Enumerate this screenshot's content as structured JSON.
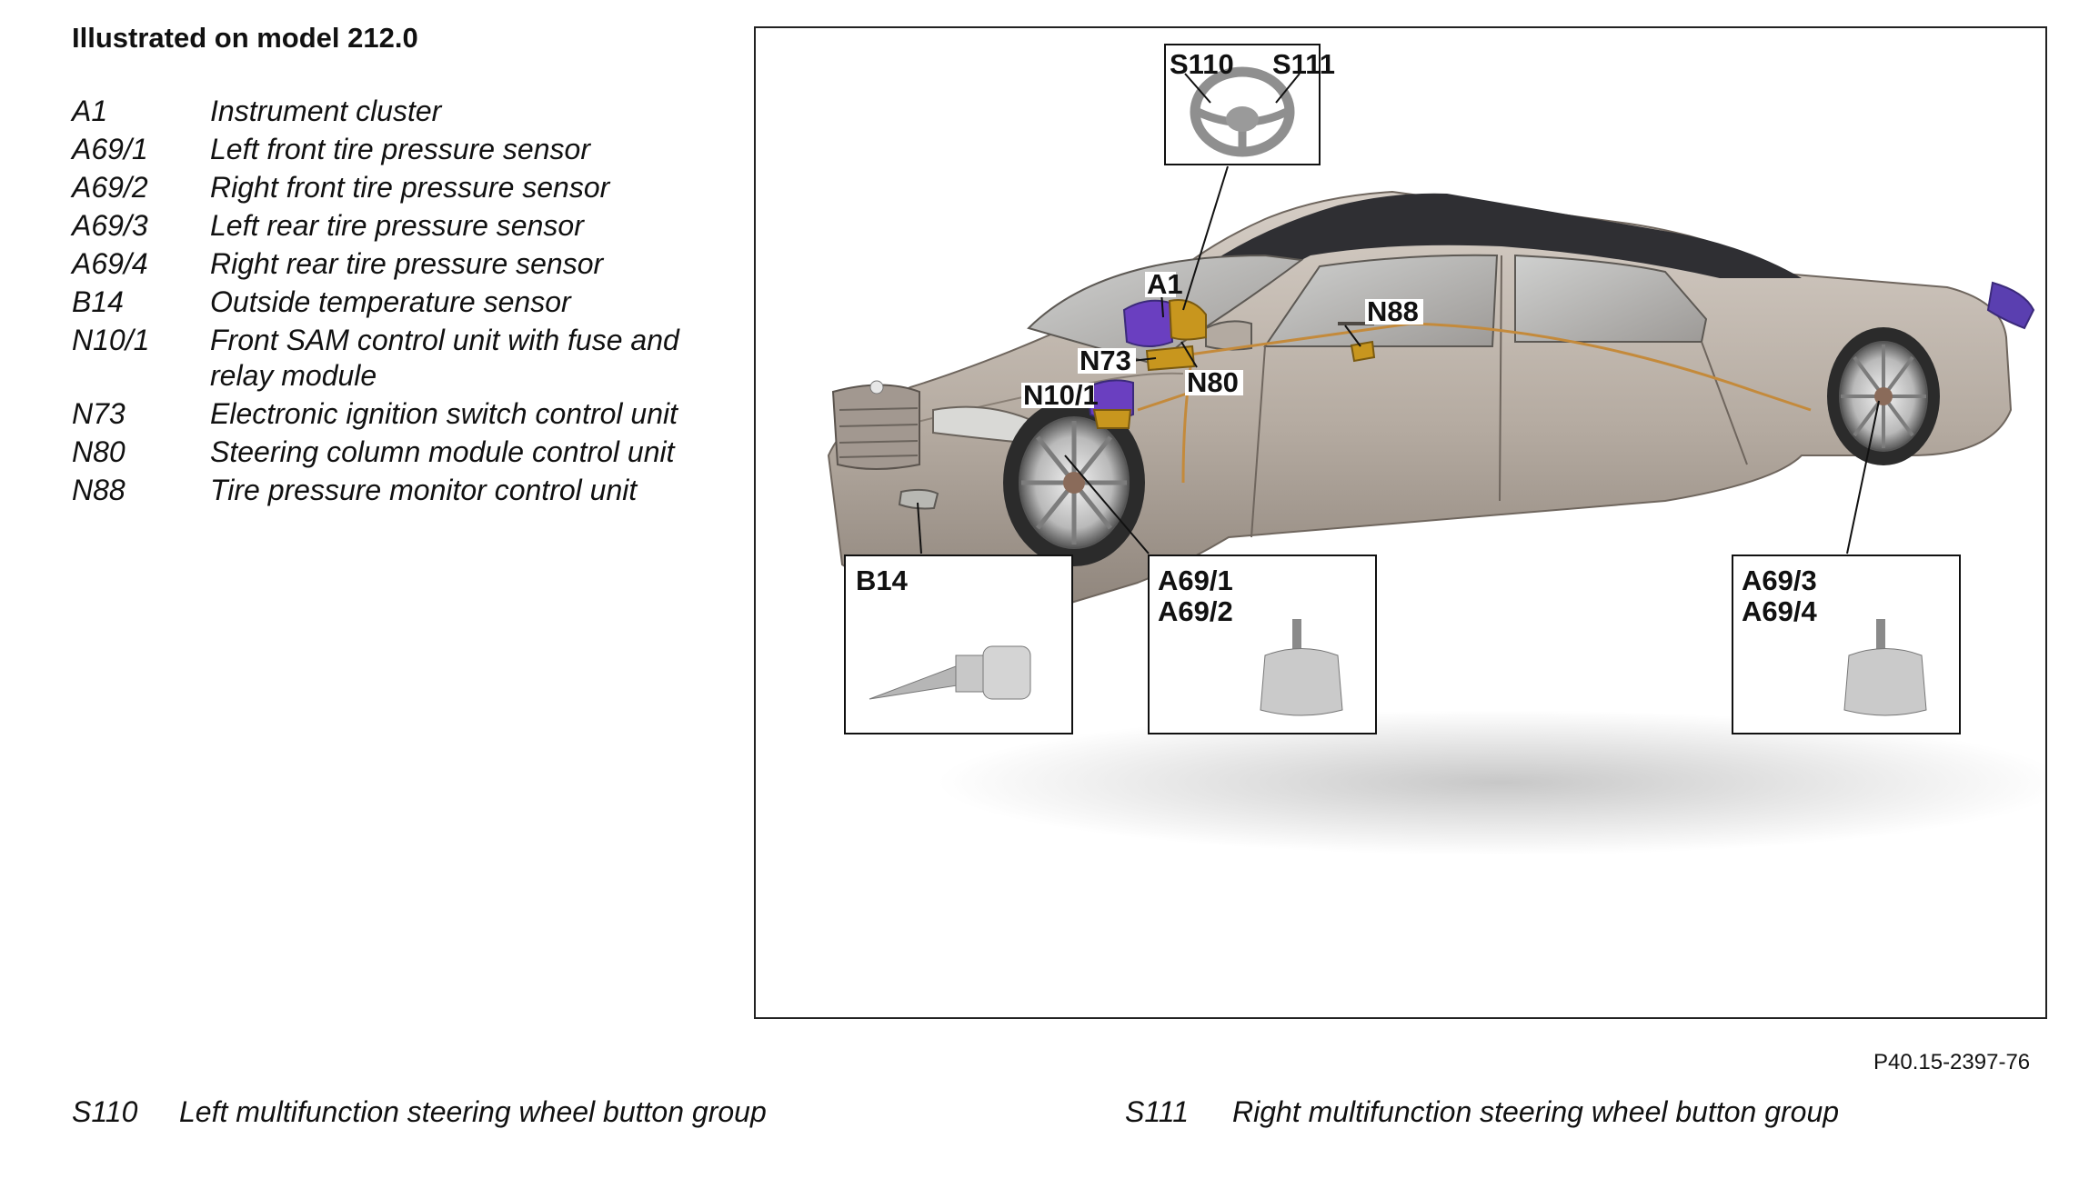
{
  "heading": "Illustrated on model 212.0",
  "legend": [
    {
      "code": "A1",
      "desc": "Instrument cluster"
    },
    {
      "code": "A69/1",
      "desc": "Left front tire pressure sensor"
    },
    {
      "code": "A69/2",
      "desc": "Right front tire pressure sensor"
    },
    {
      "code": "A69/3",
      "desc": "Left rear tire pressure sensor"
    },
    {
      "code": "A69/4",
      "desc": "Right rear tire pressure sensor"
    },
    {
      "code": "B14",
      "desc": "Outside temperature sensor"
    },
    {
      "code": "N10/1",
      "desc": "Front SAM control unit with fuse and relay module"
    },
    {
      "code": "N73",
      "desc": "Electronic ignition switch control unit"
    },
    {
      "code": "N80",
      "desc": "Steering column module control unit"
    },
    {
      "code": "N88",
      "desc": "Tire pressure monitor control unit"
    }
  ],
  "callouts": {
    "s110": "S110",
    "s111": "S111",
    "a1": "A1",
    "n88": "N88",
    "n73": "N73",
    "n80": "N80",
    "n10_1": "N10/1",
    "b14": "B14",
    "a69_1": "A69/1",
    "a69_2": "A69/2",
    "a69_3": "A69/3",
    "a69_4": "A69/4"
  },
  "figure_id": "P40.15-2397-76",
  "footnotes": [
    {
      "code": "S110",
      "desc": "Left multifunction steering wheel button group"
    },
    {
      "code": "S111",
      "desc": "Right multifunction steering wheel button group"
    }
  ],
  "colors": {
    "car_body": "#b4aaa0",
    "component_purple": "#6a3fc0",
    "component_gold": "#c8961e",
    "roof": "#2f2f33"
  }
}
